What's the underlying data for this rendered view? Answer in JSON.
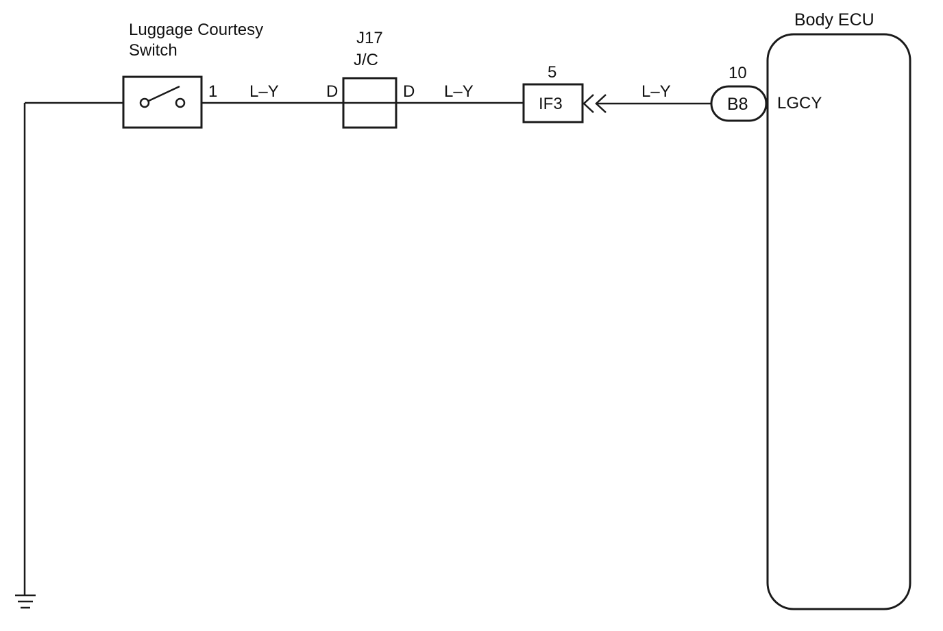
{
  "switch": {
    "title_line1": "Luggage Courtesy",
    "title_line2": "Switch",
    "pin": "1"
  },
  "junction": {
    "id": "J17",
    "name": "J/C",
    "pin_left": "D",
    "pin_right": "D"
  },
  "connector": {
    "pin": "5",
    "name": "IF3"
  },
  "ecu": {
    "title": "Body ECU",
    "connector": "B8",
    "pin": "10",
    "terminal": "LGCY"
  },
  "wires": {
    "seg1": "L–Y",
    "seg2": "L–Y",
    "seg3": "L–Y"
  },
  "colors": {
    "line": "#1a1a1a",
    "background": "#ffffff"
  },
  "icons": {
    "ground": "ground-icon",
    "switch": "open-switch-icon",
    "connector": "male-female-connector-icon"
  }
}
